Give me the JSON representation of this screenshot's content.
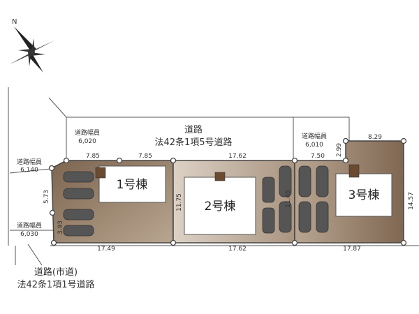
{
  "compass": {
    "north_label": "N"
  },
  "roads": {
    "top": {
      "line1": "道路",
      "line2": "法42条1項5号道路"
    },
    "bottom": {
      "line1": "道路(市道)",
      "line2": "法42条1項1号道路"
    },
    "widths": [
      {
        "label": "道路幅員",
        "value": "6,020"
      },
      {
        "label": "道路幅員",
        "value": "6,010"
      },
      {
        "label": "道路幅員",
        "value": "6,140"
      },
      {
        "label": "道路幅員",
        "value": "6,030"
      }
    ]
  },
  "lots": [
    {
      "name": "1号棟"
    },
    {
      "name": "2号棟"
    },
    {
      "name": "3号棟"
    }
  ],
  "dimensions": {
    "lot1_top_a": "7.85",
    "lot1_top_b": "7.85",
    "lot1_bottom": "17.49",
    "lot1_left": "5.73",
    "lot1_corner": "3.93",
    "lot1_right": "11.75",
    "lot2_top": "17.62",
    "lot2_bottom": "17.62",
    "lot2_right": "11.65",
    "lot3_top": "7.50",
    "lot3_step": "2.99",
    "lot3_top_right": "8.29",
    "lot3_right": "14.57",
    "lot3_bottom": "17.87"
  },
  "colors": {
    "lot_dark": "#8a7158",
    "lot_light": "#d9cdc0"
  }
}
